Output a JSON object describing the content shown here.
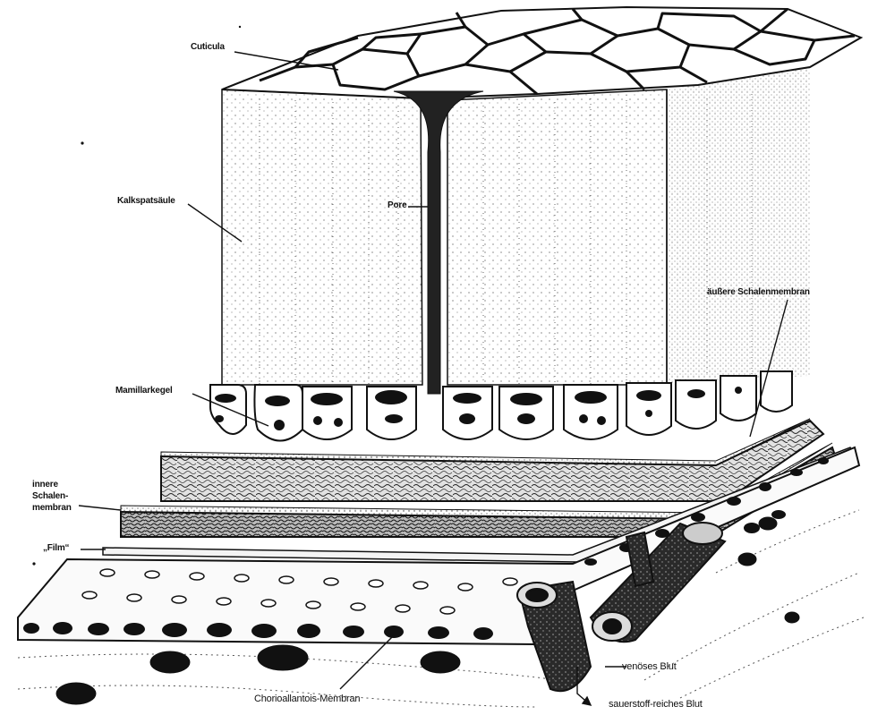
{
  "labels": {
    "cuticula": "Cuticula",
    "kalkspatsaeule": "Kalkspatsäule",
    "pore": "Pore",
    "aeussere_schalenmembran": "äußere Schalenmembran",
    "mamillarkegel": "Mamillarkegel",
    "innere_schalenmembran": "innere\nSchalen-\nmembran",
    "film": "„Film“",
    "chorioallantois_membran": "Chorioallantois-Membran",
    "venoeses_blut": "venöses Blut",
    "sauerstoffreiches_blut": "sauerstoff-reiches Blut"
  },
  "colors": {
    "ink": "#111111",
    "paper": "#ffffff",
    "stipple": "#333333"
  }
}
